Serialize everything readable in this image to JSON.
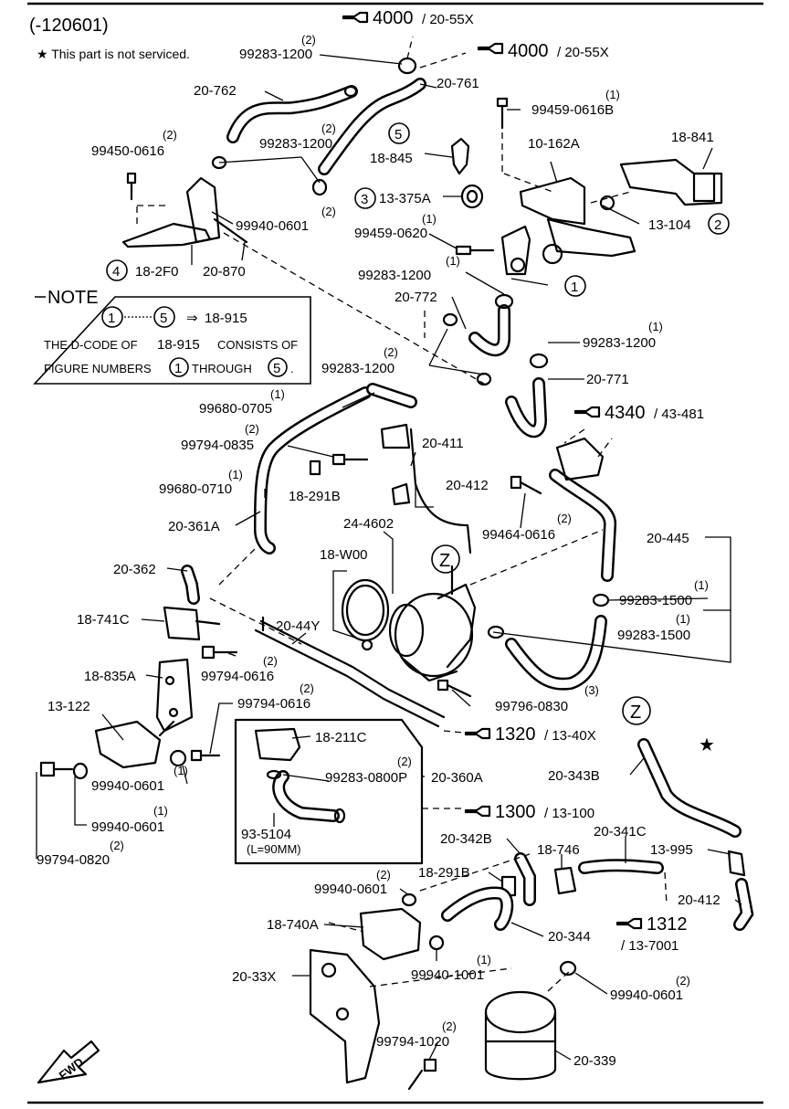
{
  "header": {
    "range_code": "(-120601)",
    "star_note": "★ This part is not serviced."
  },
  "note_box": {
    "title": "NOTE",
    "figure_range_start": "1",
    "figure_range_end": "5",
    "arrow_text": "⇒",
    "target_code": "18-915",
    "line1_a": "THE D-CODE OF",
    "line1_b": "18-915",
    "line1_c": "CONSISTS OF",
    "line2_a": "FIGURE NUMBERS",
    "line2_b": "1",
    "line2_c": "THROUGH",
    "line2_d": "5",
    "line2_e": "."
  },
  "references": [
    {
      "page": "4000",
      "sub": "/ 20-55X"
    },
    {
      "page": "4000",
      "sub": "/ 20-55X"
    },
    {
      "page": "4340",
      "sub": "/ 43-481"
    },
    {
      "page": "1320",
      "sub": "/ 13-40X"
    },
    {
      "page": "1300",
      "sub": "/ 13-100"
    },
    {
      "page": "1312",
      "sub": "/ 13-7001"
    }
  ],
  "labels": [
    {
      "text": "99283-1200",
      "qty": "(2)"
    },
    {
      "text": "20-762"
    },
    {
      "text": "20-761"
    },
    {
      "text": "99459-0616B",
      "qty": "(1)"
    },
    {
      "text": "99450-0616",
      "qty": "(2)"
    },
    {
      "text": "99283-1200",
      "qty": "(2)"
    },
    {
      "text": "18-845"
    },
    {
      "text": "10-162A"
    },
    {
      "text": "18-841"
    },
    {
      "text": "13-375A"
    },
    {
      "text": "99940-0601",
      "qty": "(2)"
    },
    {
      "text": "99459-0620",
      "qty": "(1)"
    },
    {
      "text": "13-104"
    },
    {
      "text": "18-2F0"
    },
    {
      "text": "20-870"
    },
    {
      "text": "99283-1200",
      "qty": "(1)"
    },
    {
      "text": "20-772"
    },
    {
      "text": "99283-1200",
      "qty": "(1)"
    },
    {
      "text": "99283-1200",
      "qty": "(2)"
    },
    {
      "text": "20-771"
    },
    {
      "text": "99680-0705",
      "qty": "(1)"
    },
    {
      "text": "99794-0835",
      "qty": "(2)"
    },
    {
      "text": "20-411"
    },
    {
      "text": "99680-0710",
      "qty": "(1)"
    },
    {
      "text": "18-291B"
    },
    {
      "text": "20-412"
    },
    {
      "text": "20-361A"
    },
    {
      "text": "24-4602"
    },
    {
      "text": "99464-0616",
      "qty": "(2)"
    },
    {
      "text": "20-445"
    },
    {
      "text": "18-W00"
    },
    {
      "text": "20-362"
    },
    {
      "text": "99283-1500",
      "qty": "(1)"
    },
    {
      "text": "18-741C"
    },
    {
      "text": "20-44Y"
    },
    {
      "text": "99283-1500",
      "qty": "(1)"
    },
    {
      "text": "99794-0616",
      "qty": "(2)"
    },
    {
      "text": "18-835A"
    },
    {
      "text": "99796-0830",
      "qty": "(3)"
    },
    {
      "text": "13-122"
    },
    {
      "text": "99794-0616",
      "qty": "(2)"
    },
    {
      "text": "18-211C"
    },
    {
      "text": "99283-0800P",
      "qty": "(2)"
    },
    {
      "text": "20-360A"
    },
    {
      "text": "99940-0601",
      "qty": "(1)"
    },
    {
      "text": "20-343B"
    },
    {
      "text": "99940-0601",
      "qty": "(1)"
    },
    {
      "text": "93-5104"
    },
    {
      "text": "(L=90MM)"
    },
    {
      "text": "99794-0820",
      "qty": "(2)"
    },
    {
      "text": "20-342B"
    },
    {
      "text": "20-341C"
    },
    {
      "text": "18-746"
    },
    {
      "text": "13-995"
    },
    {
      "text": "18-291B"
    },
    {
      "text": "99940-0601",
      "qty": "(2)"
    },
    {
      "text": "20-412"
    },
    {
      "text": "18-740A"
    },
    {
      "text": "20-344"
    },
    {
      "text": "99940-1001",
      "qty": "(1)"
    },
    {
      "text": "20-33X"
    },
    {
      "text": "99940-0601",
      "qty": "(2)"
    },
    {
      "text": "99794-1020",
      "qty": "(2)"
    },
    {
      "text": "20-339"
    }
  ],
  "figure_numbers": [
    "5",
    "3",
    "2",
    "1",
    "4"
  ],
  "zone_markers": [
    "Z",
    "Z"
  ],
  "star_marker": "★",
  "fwd_label": "FWD"
}
